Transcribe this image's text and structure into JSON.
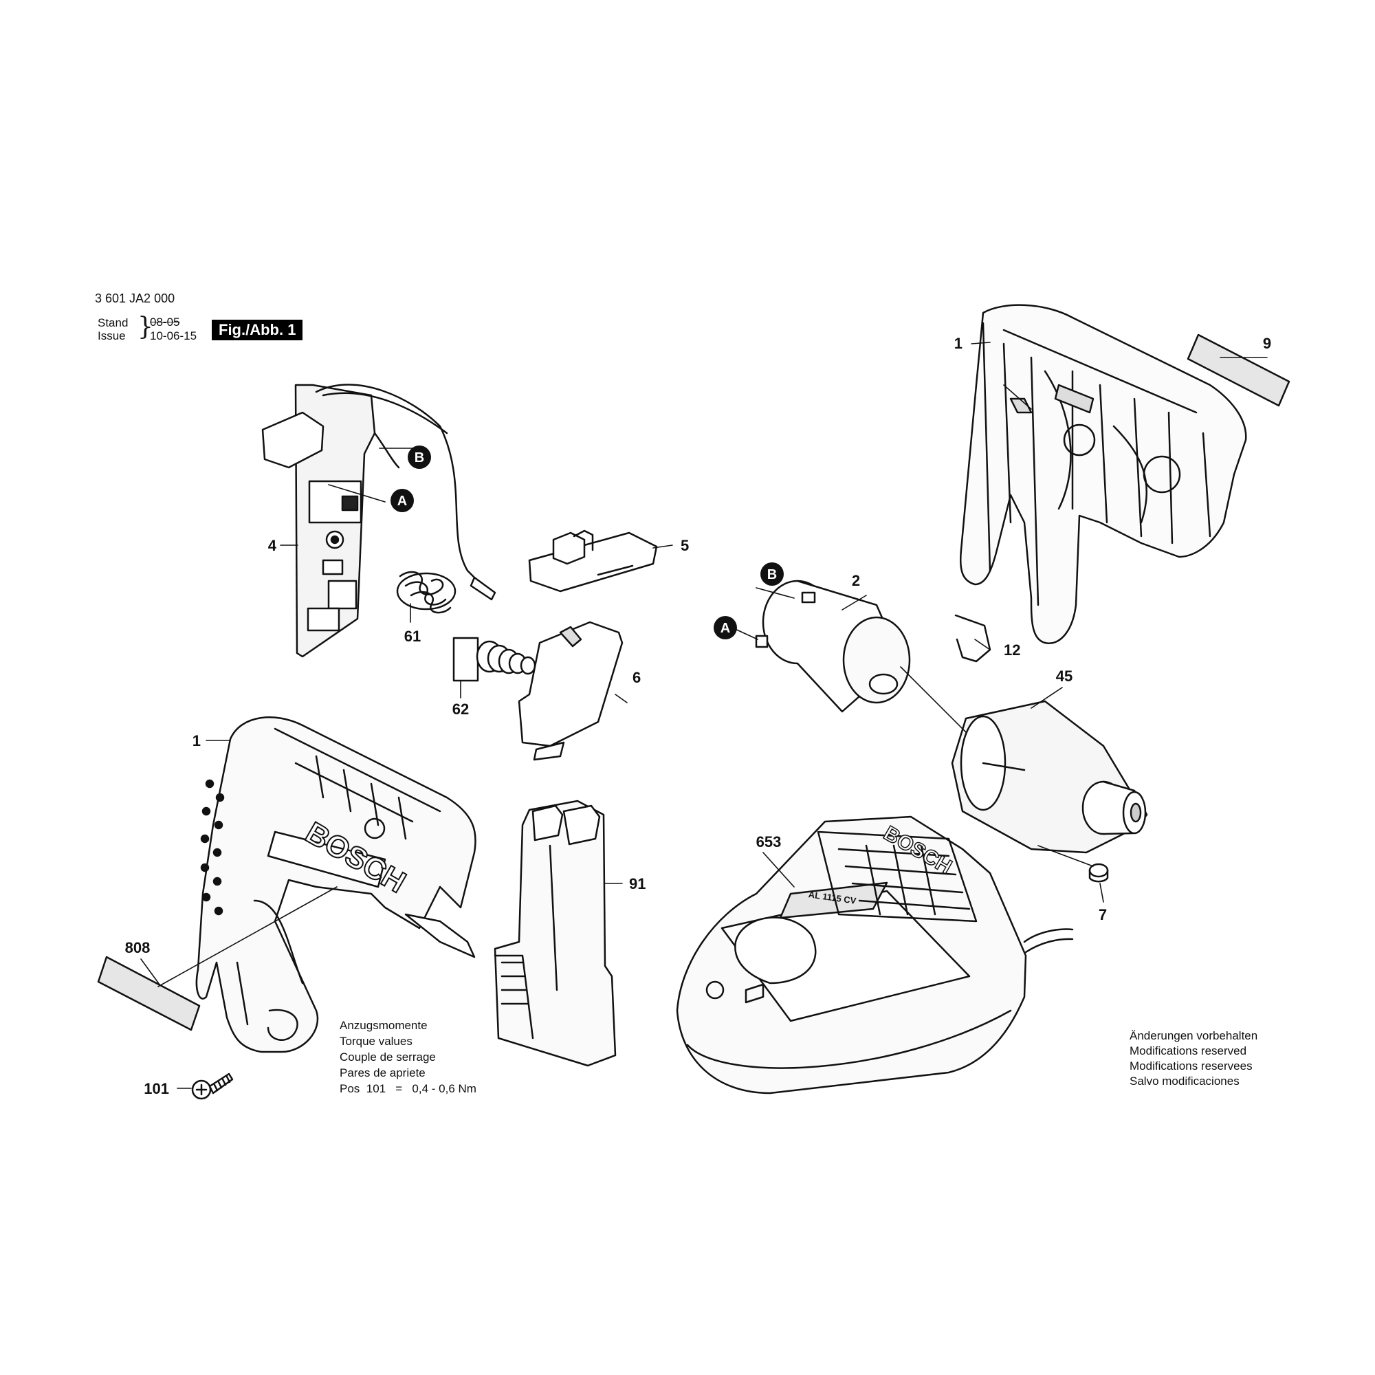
{
  "header": {
    "part_number": "3 601 JA2 000",
    "stand_label": "Stand",
    "issue_label": "Issue",
    "stand_value": "08-05",
    "issue_value": "10-06-15",
    "figure_label": "Fig./Abb. 1"
  },
  "callouts": {
    "c1_top": "1",
    "c9": "9",
    "c4": "4",
    "c5": "5",
    "c61": "61",
    "c2": "2",
    "c12": "12",
    "c62": "62",
    "c6": "6",
    "c45": "45",
    "c1_bottom": "1",
    "c653": "653",
    "c91": "91",
    "c7": "7",
    "c808": "808",
    "c101": "101"
  },
  "markers": {
    "a": "A",
    "b": "B"
  },
  "brand": "BOSCH",
  "charger_model": "AL 1115 CV",
  "torque": {
    "de": "Anzugsmomente",
    "en": "Torque values",
    "fr": "Couple de serrage",
    "es": "Pares de apriete",
    "pos_label": "Pos",
    "pos_number": "101",
    "pos_equals": "=",
    "pos_value": "0,4 - 0,6 Nm"
  },
  "notice": {
    "de": "Änderungen vorbehalten",
    "en": "Modifications reserved",
    "fr": "Modifications reservees",
    "es": "Salvo modificaciones"
  },
  "colors": {
    "ink": "#111111",
    "paper": "#ffffff",
    "shade": "#e6e6e6"
  }
}
